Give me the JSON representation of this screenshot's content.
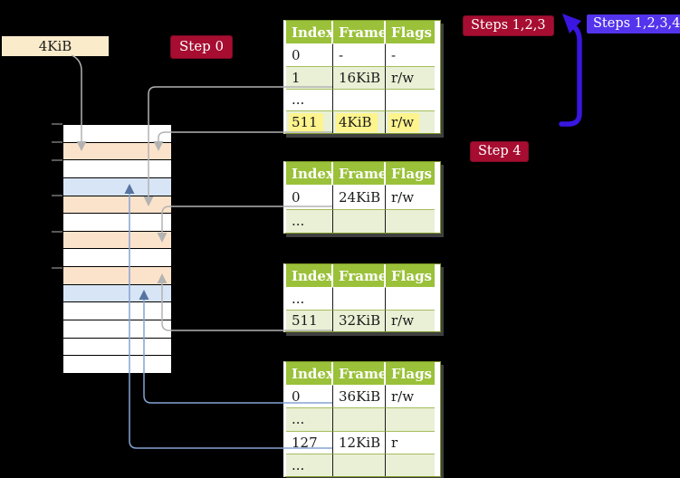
{
  "colors": {
    "background": "#000000",
    "crimson_badge": "#a60d31",
    "blue_badge": "#5434ec",
    "cream_box": "#faeccb",
    "table_header_green": "#9ac139",
    "table_alt_row": "#e9f0d5",
    "table_border_olive": "#7d9729",
    "row_separator": "#a6bd5e",
    "cell_divider": "#1a1a1a",
    "highlight_yellow": "#fdf48d",
    "stack_peach": "#fbe3cb",
    "stack_blue": "#d8e5f6",
    "gray_arrow": "#b3b3b3",
    "blue_arrow_line": "#84a3d2",
    "blue_arrow_head": "#56749f",
    "big_blue_arrow": "#3a16e0"
  },
  "labels": {
    "size_box": "4KiB",
    "step0": "Step 0",
    "steps123": "Steps 1,2,3",
    "steps1234": "Steps 1,2,3,4",
    "step4": "Step 4"
  },
  "memory_stack": {
    "cells": [
      "white",
      "peach",
      "white",
      "blue",
      "peach",
      "white",
      "peach",
      "white",
      "peach",
      "blue",
      "white",
      "white",
      "white",
      "white"
    ]
  },
  "tables": [
    {
      "headers": [
        "Index",
        "Frame",
        "Flags"
      ],
      "rows": [
        [
          "0",
          "-",
          "-"
        ],
        [
          "1",
          "16KiB",
          "r/w"
        ],
        [
          "...",
          "",
          ""
        ],
        [
          "511",
          "4KiB",
          "r/w"
        ]
      ],
      "highlight_row": 3
    },
    {
      "headers": [
        "Index",
        "Frame",
        "Flags"
      ],
      "rows": [
        [
          "0",
          "24KiB",
          "r/w"
        ],
        [
          "...",
          "",
          ""
        ]
      ]
    },
    {
      "headers": [
        "Index",
        "Frame",
        "Flags"
      ],
      "rows": [
        [
          "...",
          "",
          ""
        ],
        [
          "511",
          "32KiB",
          "r/w"
        ]
      ]
    },
    {
      "headers": [
        "Index",
        "Frame",
        "Flags"
      ],
      "rows": [
        [
          "0",
          "36KiB",
          "r/w"
        ],
        [
          "...",
          "",
          ""
        ],
        [
          "127",
          "12KiB",
          "r"
        ],
        [
          "...",
          "",
          ""
        ]
      ]
    }
  ]
}
